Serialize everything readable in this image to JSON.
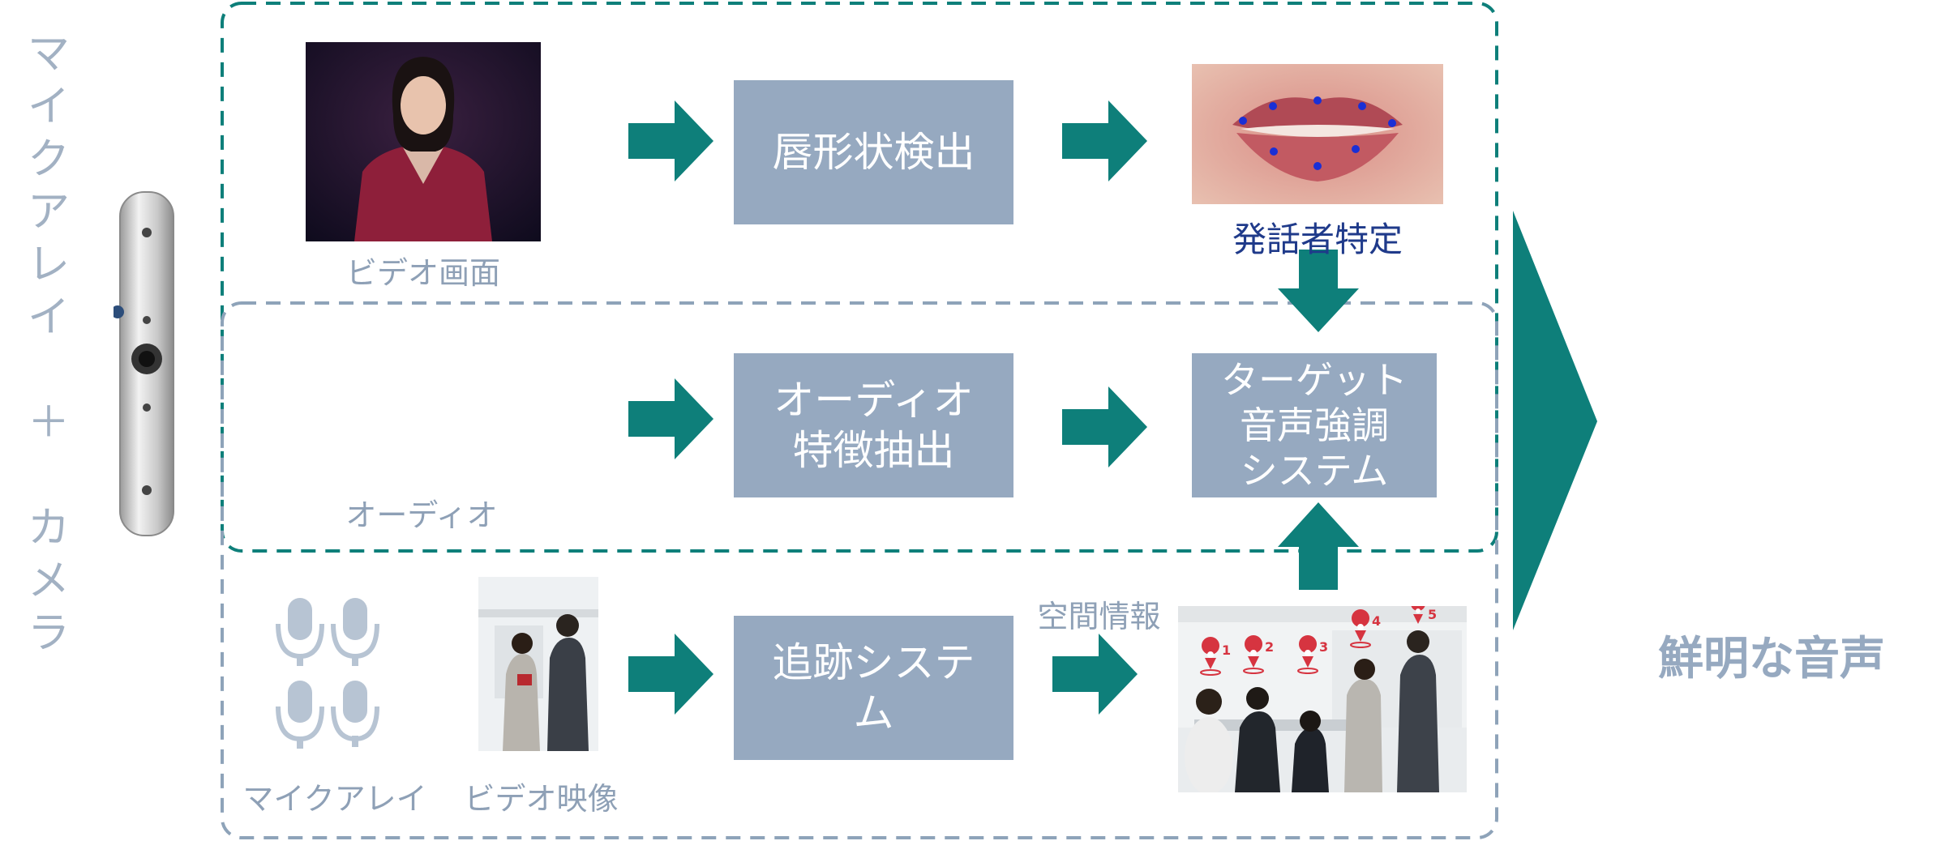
{
  "title_vertical": "マ\nイ\nク\nア\nレ\nイ\n\n＋\n\nカ\nメ\nラ",
  "video_caption": "ビデオ画面",
  "audio_caption": "オーディオ",
  "mic_caption": "マイクアレイ",
  "video2_caption": "ビデオ映像",
  "boxes": {
    "lip_detect": "唇形状検出",
    "audio_feature": "オーディオ\n特徴抽出",
    "target_enhance": "ターゲット\n音声強調\nシステム",
    "tracking": "追跡システ\nム"
  },
  "speaker_id": "発話者特定",
  "spatial_info": "空間情報",
  "output_label": "鮮明な音声",
  "marker_labels": [
    "1",
    "2",
    "3",
    "4",
    "5"
  ],
  "colors": {
    "teal": "#0e7f7a",
    "box": "#96a9c0",
    "gray_dash": "#8ea3b9",
    "navy_text": "#1f3a8a",
    "wave_blue": "#2f8fe0"
  }
}
